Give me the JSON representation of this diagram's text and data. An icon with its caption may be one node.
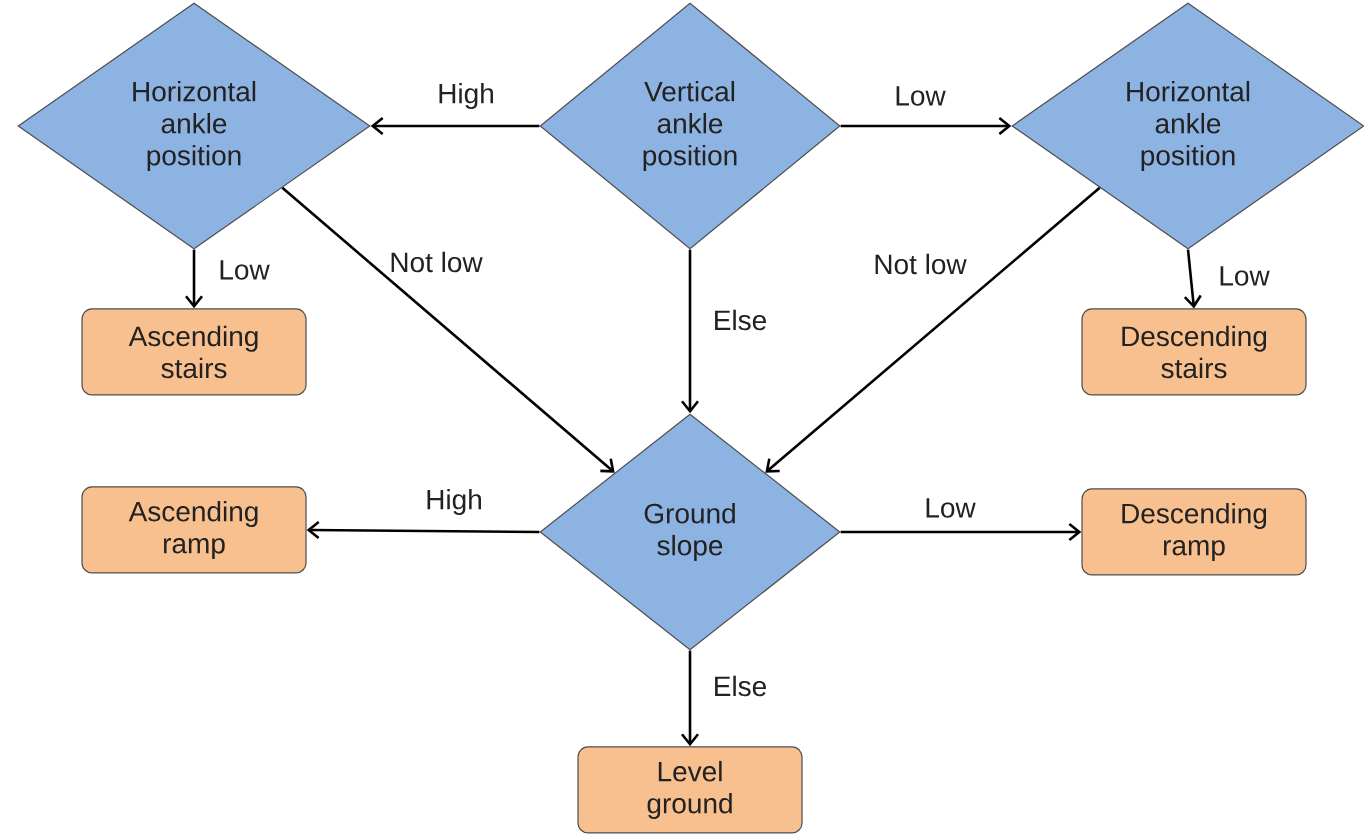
{
  "diagram": {
    "nodes": [
      {
        "text": [
          "Vertical ankle position"
        ]
      },
      {
        "text": [
          "Horizontal ankle position"
        ]
      },
      {
        "text": [
          "Horizontal ankle position"
        ]
      },
      {
        "text": [
          "Ascending stairs"
        ]
      },
      {
        "text": [
          "Descending stairs"
        ]
      },
      {
        "text": [
          "Ground slope"
        ]
      },
      {
        "text": [
          "Ascending ramp"
        ]
      },
      {
        "text": [
          "Descending ramp"
        ]
      },
      {
        "text": [
          "Level ground"
        ]
      }
    ],
    "edges": [
      {
        "from": 0,
        "to": 1,
        "arrow": "to",
        "label": "High"
      },
      {
        "from": 0,
        "to": 2,
        "arrow": "to",
        "label": "Low"
      },
      {
        "from": 1,
        "to": 3,
        "arrow": "to",
        "label": "Low"
      },
      {
        "from": 1,
        "to": 5,
        "arrow": "to",
        "label": "Not low"
      },
      {
        "from": 0,
        "to": 5,
        "arrow": "to",
        "label": "Else"
      },
      {
        "from": 2,
        "to": 5,
        "arrow": "to",
        "label": "Not low"
      },
      {
        "from": 2,
        "to": 4,
        "arrow": "to",
        "label": "Low"
      },
      {
        "from": 5,
        "to": 6,
        "arrow": "to",
        "label": "High"
      },
      {
        "from": 5,
        "to": 7,
        "arrow": "to",
        "label": "Low"
      },
      {
        "from": 5,
        "to": 8,
        "arrow": "to",
        "label": "Else"
      }
    ]
  }
}
